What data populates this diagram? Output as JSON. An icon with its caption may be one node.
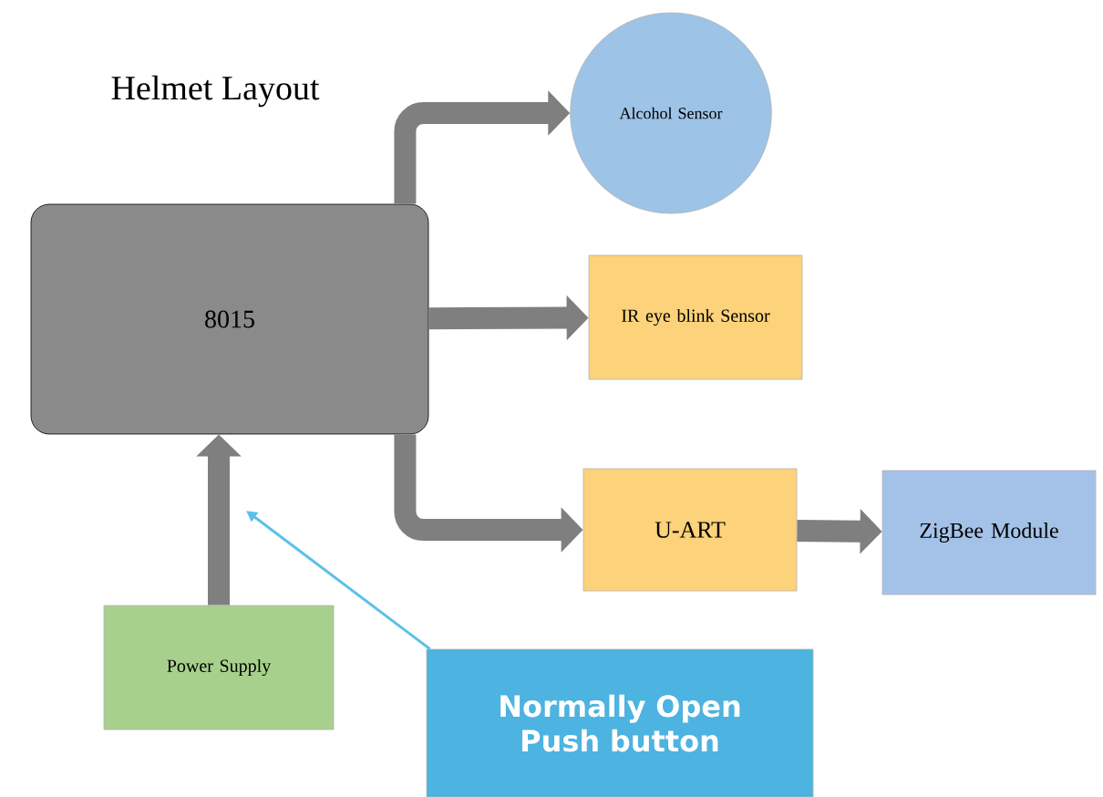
{
  "diagram": {
    "title": "Helmet Layout",
    "nodes": [
      {
        "text": [
          "8015"
        ]
      },
      {
        "text": [
          "Alcohol Sensor"
        ]
      },
      {
        "text": [
          "IR eye blink Sensor"
        ]
      },
      {
        "text": [
          "U-ART"
        ]
      },
      {
        "text": [
          "ZigBee Module"
        ]
      },
      {
        "text": [
          "Power Supply"
        ]
      },
      {
        "text": [
          "Normally Open Push button"
        ]
      }
    ],
    "edges": [
      {
        "from": 0,
        "to": 1,
        "arrow": "to"
      },
      {
        "from": 0,
        "to": 2,
        "arrow": "to"
      },
      {
        "from": 0,
        "to": 3,
        "arrow": "to"
      },
      {
        "from": 3,
        "to": 4,
        "arrow": "to"
      },
      {
        "from": 5,
        "to": 0,
        "arrow": "to"
      },
      {
        "from": 6,
        "to": null,
        "arrow": "to",
        "color": "#5bc0e8"
      }
    ]
  }
}
